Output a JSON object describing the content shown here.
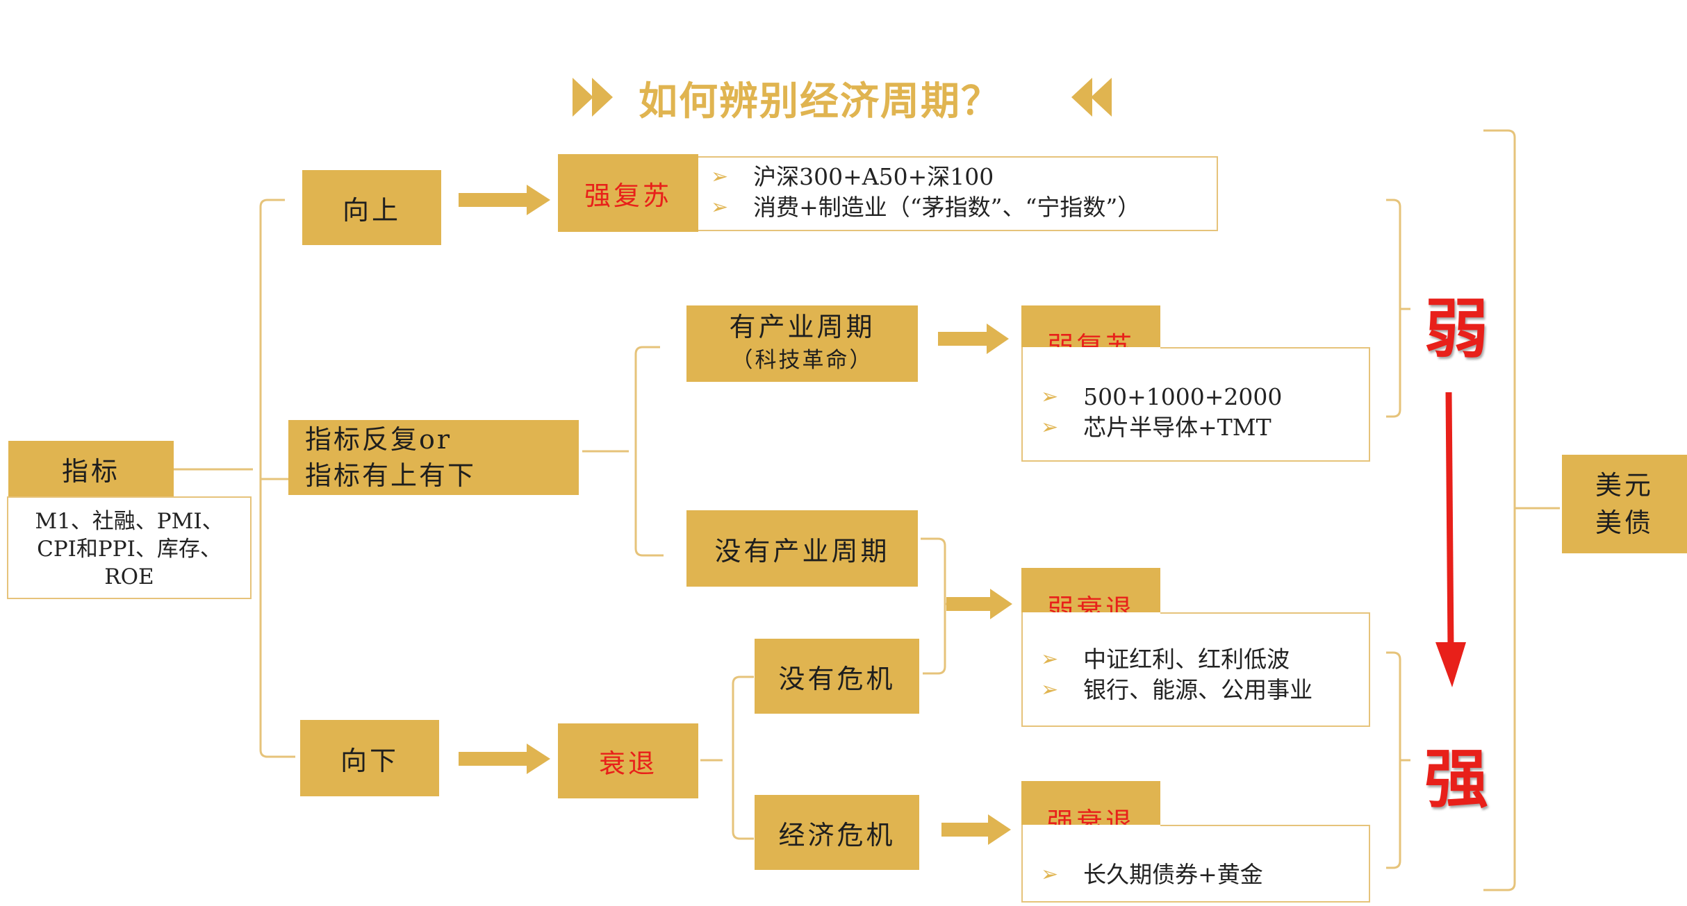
{
  "title": "如何辨别经济周期？",
  "indicator": {
    "label": "指标",
    "detail_lines": [
      "M1、社融、PMI、",
      "CPI和PPI、库存、",
      "ROE"
    ]
  },
  "branches": {
    "up": "向上",
    "mixed_line1": "指标反复or",
    "mixed_line2": "指标有上有下",
    "down": "向下"
  },
  "mixed": {
    "industry_cycle_line1": "有产业周期",
    "industry_cycle_line2": "（科技革命）",
    "no_industry_cycle": "没有产业周期"
  },
  "down": {
    "recession": "衰退",
    "no_crisis": "没有危机",
    "economic_crisis": "经济危机"
  },
  "outcomes": {
    "strong_recovery": {
      "label": "强复苏",
      "items": [
        "沪深300+A50+深100",
        "消费+制造业（“茅指数”、“宁指数”）"
      ]
    },
    "weak_recovery": {
      "label": "弱复苏",
      "items": [
        "500+1000+2000",
        "芯片半导体+TMT"
      ]
    },
    "weak_recession": {
      "label": "弱衰退",
      "items": [
        "中证红利、红利低波",
        "银行、能源、公用事业"
      ]
    },
    "strong_recession": {
      "label": "强衰退",
      "items": [
        "长久期债券+黄金"
      ]
    }
  },
  "side": {
    "weak": "弱",
    "strong": "强",
    "usd_line1": "美元",
    "usd_line2": "美债"
  },
  "colors": {
    "gold": "#e0b450",
    "red": "#e8201a",
    "outline": "#e6c37a"
  }
}
